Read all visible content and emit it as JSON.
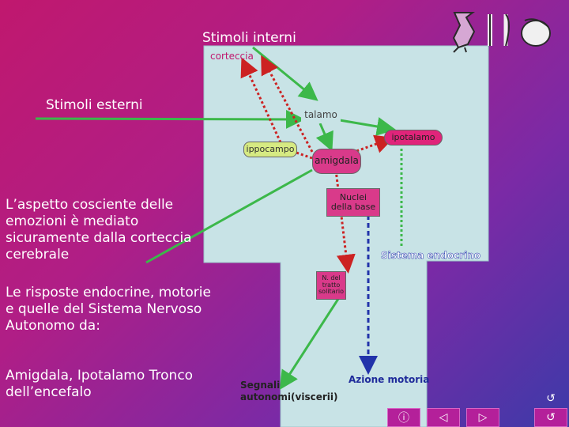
{
  "title_internal": "Stimoli interni",
  "title_external": "Stimoli esterni",
  "labels": {
    "cortex": "corteccia",
    "thalamus": "talamo",
    "hypothalamus": "ipotalamo",
    "hippocampus": "ippocampo",
    "amygdala": "amigdala",
    "base_nuclei": "Nuclei della base",
    "endocrine": "Sistema endocrino",
    "solitary": "N. del tratto solitario",
    "motor": "Azione motoria",
    "autonomic": "Segnali autonomi(viscerii)"
  },
  "paragraphs": [
    "L’aspetto cosciente delle emozioni è mediato sicuramente dalla corteccia cerebrale",
    "Le risposte endocrine, motorie e quelle del Sistema Nervoso Autonomo da:",
    "Amigdala, Ipotalamo Tronco dell’encefalo"
  ],
  "nav": {
    "info": "ⓘ",
    "prev": "◁",
    "next": "▷",
    "return": "↺",
    "return_top": "↺"
  },
  "colors": {
    "brain_shape": "#c8e3e6",
    "green_arrow": "#3cb84a",
    "red_dotted": "#cc2222",
    "blue_dashed": "#2233aa",
    "hypothalamus_fill": "#e0247a",
    "amygdala_fill": "#d93a8a"
  }
}
